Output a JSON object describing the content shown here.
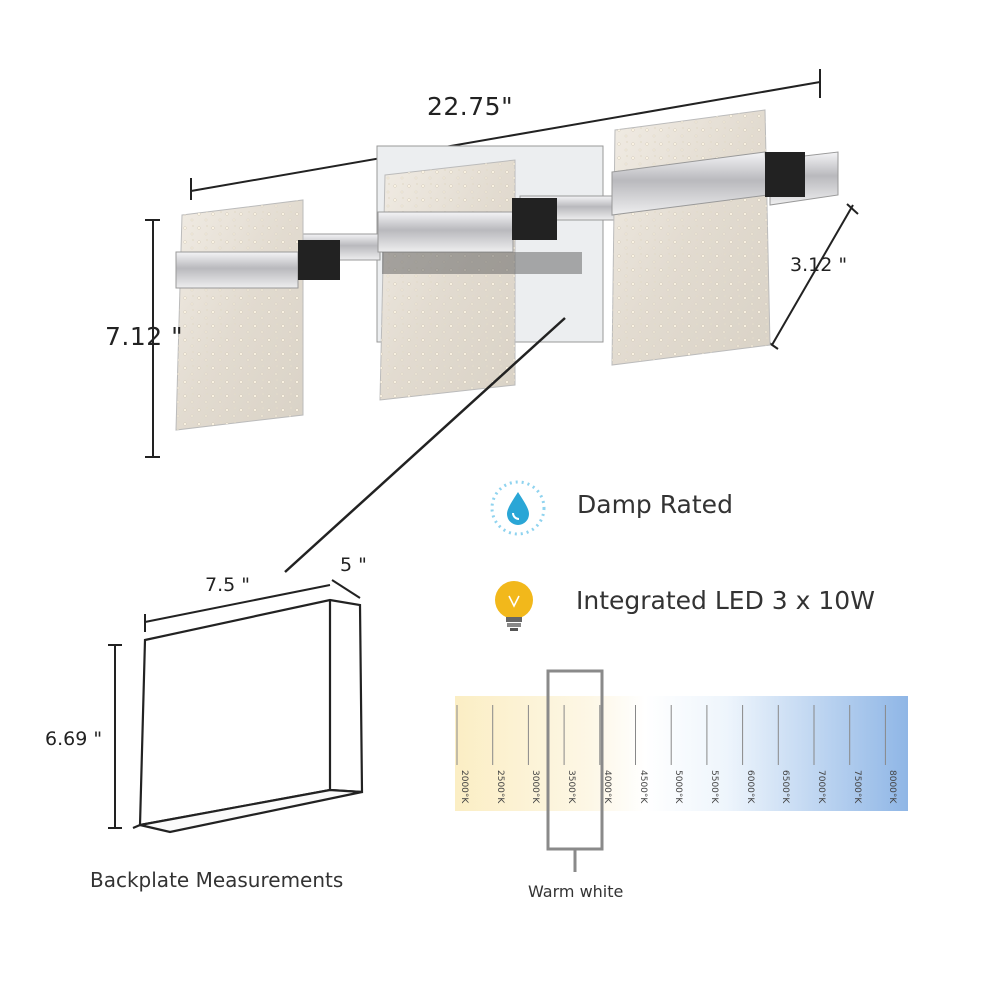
{
  "dimensions": {
    "width": "22.75\"",
    "height": "7.12 \"",
    "depth": "3.12 \""
  },
  "features": [
    {
      "icon": "water-drop-icon",
      "label": "Damp Rated"
    },
    {
      "icon": "light-bulb-icon",
      "label": "Integrated LED 3 x 10W"
    }
  ],
  "backplate": {
    "width": "7.5 \"",
    "depth": "5 \"",
    "height": "6.69 \"",
    "caption": "Backplate Measurements"
  },
  "color_temperature": {
    "ticks": [
      "2000°K",
      "2500°K",
      "3000°K",
      "3500°K",
      "4000°K",
      "4500°K",
      "5000°K",
      "5500°K",
      "6000°K",
      "6500°K",
      "7000°K",
      "7500°K",
      "8000°K"
    ],
    "highlight_index": 3,
    "highlight_label": "Warm white"
  },
  "colors": {
    "chrome": "#c9c9cc",
    "glass": "#e9e3d9",
    "warm": "#fbeec4",
    "cool": "#8fb6e6",
    "drop": "#2aa6d6",
    "bulb": "#f2b81b"
  }
}
